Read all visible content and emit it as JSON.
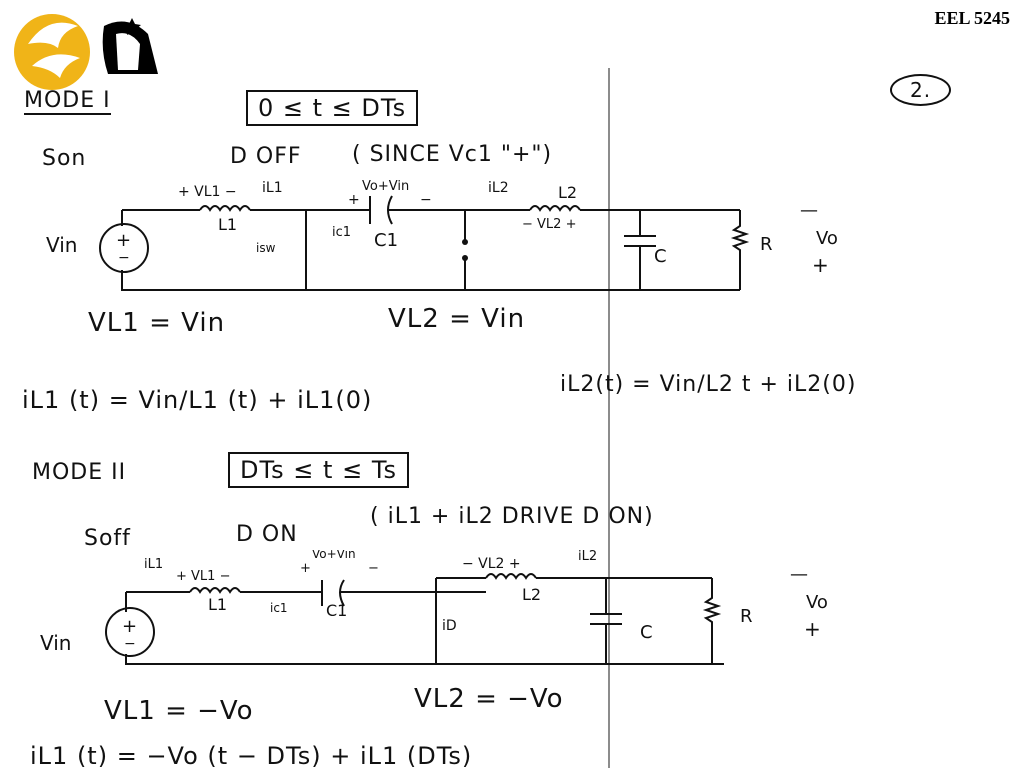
{
  "header": {
    "course": "EEL 5245"
  },
  "page_number": "2.",
  "mode1": {
    "title": "MODE I",
    "interval": "0 ≤ t ≤ DTs",
    "state": "Son",
    "diode_state": "D OFF",
    "reason": "( SINCE Vc1 \"+\")",
    "labels": {
      "vl1": "+ VL1 −",
      "il1": "iL1",
      "l1": "L1",
      "isw": "isw",
      "vin": "Vin",
      "vc1": "Vo+Vin",
      "ic1": "ic1",
      "c1": "C1",
      "plus": "+",
      "minus": "−",
      "il2": "iL2",
      "l2": "L2",
      "vl2": "− VL2 +",
      "c": "C",
      "r": "R",
      "vo": "Vo",
      "vo_minus": "—",
      "vo_plus": "+"
    },
    "eq_vl1": "VL1 = Vin",
    "eq_vl2": "VL2 = Vin",
    "eq_il1": "iL1 (t) = Vin/L1 (t) + iL1(0)",
    "eq_il2": "iL2(t) = Vin/L2 t + iL2(0)"
  },
  "mode2": {
    "title": "MODE II",
    "interval": "DTs ≤ t ≤ Ts",
    "state": "Soff",
    "diode_state": "D ON",
    "reason": "( iL1 + iL2 DRIVE D ON)",
    "labels": {
      "il1": "iL1",
      "vl1": "+ VL1 −",
      "l1": "L1",
      "vin": "Vin",
      "vc1": "Vo+Vin",
      "ic1": "ic1",
      "c1": "C1",
      "plus": "+",
      "minus": "−",
      "vl2": "− VL2 +",
      "il2": "iL2",
      "l2": "L2",
      "id": "iD",
      "c": "C",
      "r": "R",
      "vo": "Vo",
      "vo_minus": "—",
      "vo_plus": "+"
    },
    "eq_vl1": "VL1 = −Vo",
    "eq_vl2": "VL2 = −Vo",
    "eq_il1_partial": "iL1 (t) = −Vo (t − DTs) + iL1 (DTs)"
  },
  "colors": {
    "logo_gold": "#f0b418",
    "ink": "#111111",
    "divider": "#8c8c8c"
  },
  "icons": {
    "logo": "pegasus-logo-icon"
  }
}
